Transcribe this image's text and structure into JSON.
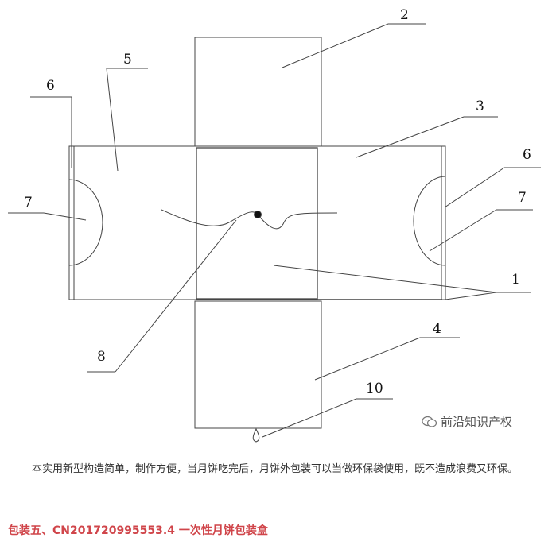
{
  "figure": {
    "labels": {
      "l1": "1",
      "l2": "2",
      "l3": "3",
      "l4": "4",
      "l5": "5",
      "l6a": "6",
      "l6b": "6",
      "l7a": "7",
      "l7b": "7",
      "l8": "8",
      "l10": "10"
    }
  },
  "watermark": {
    "text": "前沿知识产权",
    "icon": "wechat-icon"
  },
  "paragraph": "本实用新型构造简单，制作方便，当月饼吃完后，月饼外包装可以当做环保袋使用，既不造成浪费又环保。",
  "heading": "包装五、CN201720995553.4 一次性月饼包装盒"
}
